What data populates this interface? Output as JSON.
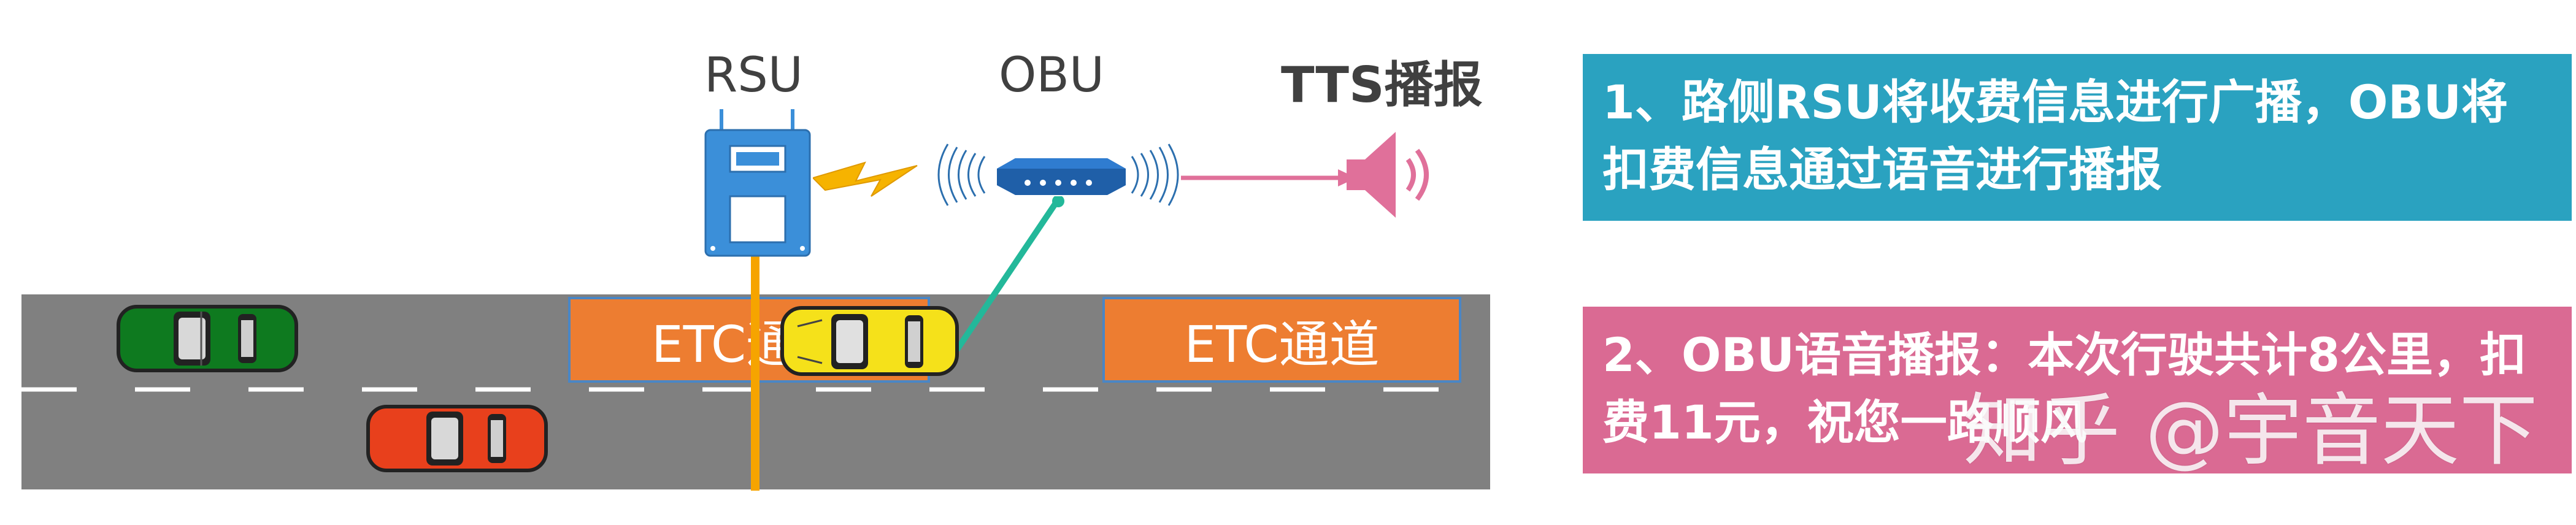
{
  "labels": {
    "rsu": "RSU",
    "obu": "OBU",
    "tts": "TTS播报"
  },
  "lanes": [
    {
      "label": "ETC通道"
    },
    {
      "label": "ETC通道"
    }
  ],
  "panels": [
    {
      "text": "1、路侧RSU将收费信息进行广播，OBU将扣费信息通过语音进行播报",
      "color": "#2aa2c0"
    },
    {
      "text": "2、OBU语音播报：本次行驶共计8公里，扣费11元，祝您一路顺风",
      "color": "#da6a93"
    }
  ],
  "watermark": "知乎 @宇音天下",
  "colors": {
    "road": "#808080",
    "lane_fill": "#ed7d31",
    "lane_border": "#4a86c5",
    "rsu_body": "#3b8fd9",
    "pole": "#f6a400",
    "beam": "#f6b300",
    "obu_link": "#23b89a",
    "tts_link": "#e0709a",
    "car_green": "#0e7a1f",
    "car_red": "#e8401c",
    "car_yellow": "#f5e11a"
  },
  "icons": [
    "rsu-device-icon",
    "obu-device-icon",
    "speaker-icon",
    "lightning-icon"
  ]
}
